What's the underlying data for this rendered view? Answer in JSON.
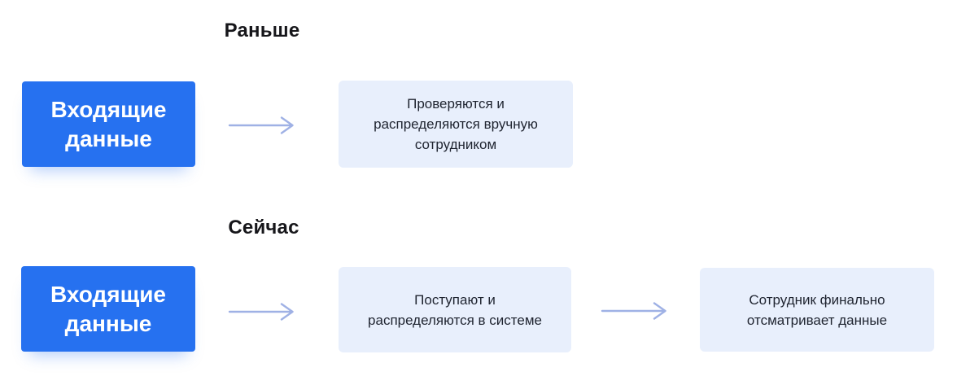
{
  "diagram": {
    "colors": {
      "source_box_bg": "#2671F0",
      "source_box_text": "#FFFFFF",
      "step_box_bg": "#E8EFFC",
      "step_box_text": "#1F2430",
      "arrow": "#9FB1E5",
      "heading_text": "#16161A",
      "background": "#FFFFFF"
    },
    "before": {
      "heading": "Раньше",
      "source": {
        "lines": [
          "Входящие",
          "данные"
        ]
      },
      "steps": [
        {
          "lines": [
            "Проверяются и",
            "распределяются вручную",
            "сотрудником"
          ]
        }
      ]
    },
    "now": {
      "heading": "Сейчас",
      "source": {
        "lines": [
          "Входящие",
          "данные"
        ]
      },
      "steps": [
        {
          "lines": [
            "Поступают и",
            "распределяются в системе"
          ]
        },
        {
          "lines": [
            "Сотрудник финально",
            "отсматривает данные"
          ]
        }
      ]
    }
  }
}
